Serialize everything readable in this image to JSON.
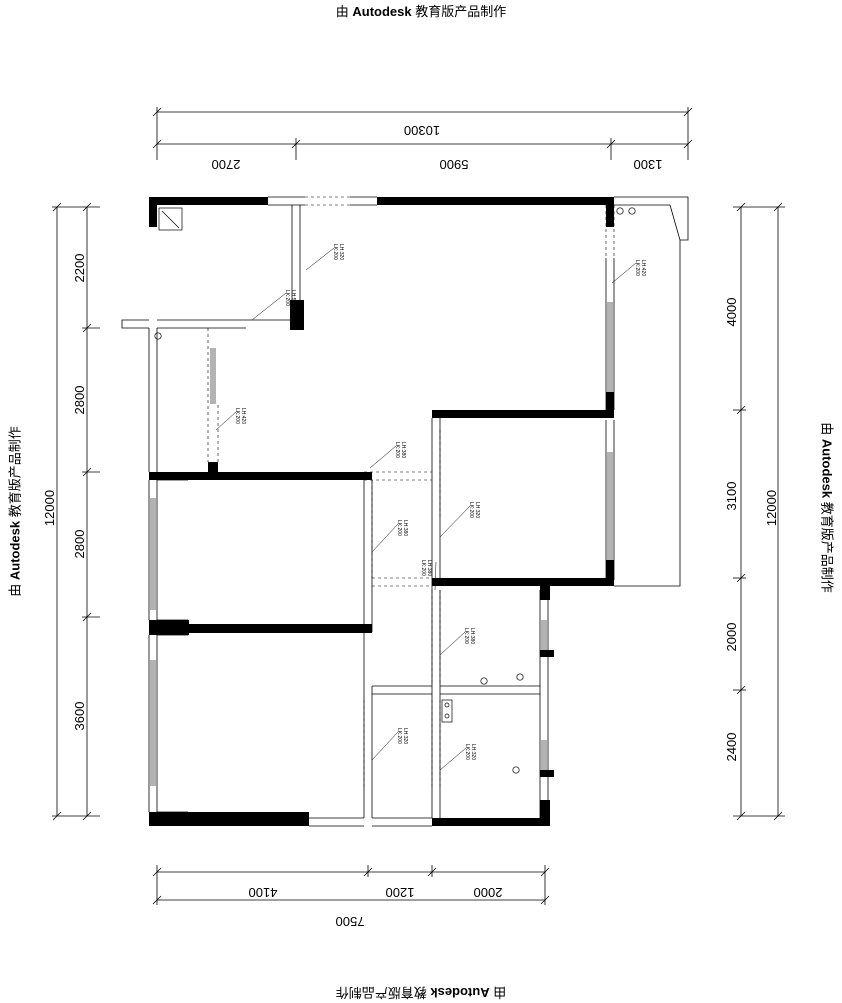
{
  "watermark": {
    "prefix": "由 ",
    "brand": "Autodesk",
    "suffix": " 教育版产品制作"
  },
  "dimensions": {
    "top_total": "10300",
    "top_segments": [
      "2700",
      "5900",
      "1300"
    ],
    "bottom_total": "7500",
    "bottom_segments": [
      "4100",
      "1200",
      "2000"
    ],
    "left_total": "12000",
    "left_segments": [
      "2200",
      "2800",
      "2800",
      "3600"
    ],
    "right_total": "12000",
    "right_segments": [
      "4000",
      "3100",
      "2000",
      "2400"
    ]
  },
  "door_tags": [
    {
      "line1": "LK:200",
      "line2": "LH:320"
    },
    {
      "line1": "LK:200",
      "line2": "LH:520"
    },
    {
      "line1": "LK:200",
      "line2": "LH:420"
    },
    {
      "line1": "LK:200",
      "line2": "LH:420"
    },
    {
      "line1": "LK:200",
      "line2": "LH:380"
    },
    {
      "line1": "LK:200",
      "line2": "LH:320"
    },
    {
      "line1": "LK:200",
      "line2": "LH:380"
    },
    {
      "line1": "LK:200",
      "line2": "LH:380"
    },
    {
      "line1": "LK:200",
      "line2": "LH:380"
    },
    {
      "line1": "LK:200",
      "line2": "LH:320"
    },
    {
      "line1": "LK:200",
      "line2": "LH:320"
    }
  ]
}
